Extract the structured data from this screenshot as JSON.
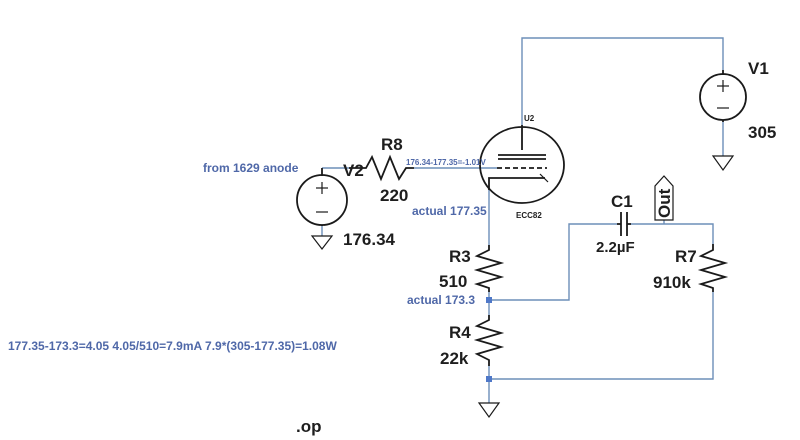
{
  "components": {
    "v1": {
      "name": "V1",
      "value": "305"
    },
    "v2": {
      "name": "V2",
      "value": "176.34"
    },
    "r8": {
      "name": "R8",
      "value": "220"
    },
    "r3": {
      "name": "R3",
      "value": "510"
    },
    "r4": {
      "name": "R4",
      "value": "22k"
    },
    "r7": {
      "name": "R7",
      "value": "910k"
    },
    "c1": {
      "name": "C1",
      "value": "2.2µF"
    },
    "u2": {
      "name": "U2",
      "model": "ECC82"
    }
  },
  "labels": {
    "out": "Out",
    "op_directive": ".op"
  },
  "annotations": {
    "source": "from 1629 anode",
    "grid_bias": "176.34-177.35=-1.01V",
    "cathode_actual": "actual 177.35",
    "r3_actual": "actual 173.3",
    "calc": "177.35-173.3=4.05 4.05/510=7.9mA 7.9*(305-177.35)=1.08W"
  },
  "colors": {
    "wire": "#6d8fb8",
    "annotation": "#4f68a8",
    "component": "#1a1a1a"
  }
}
